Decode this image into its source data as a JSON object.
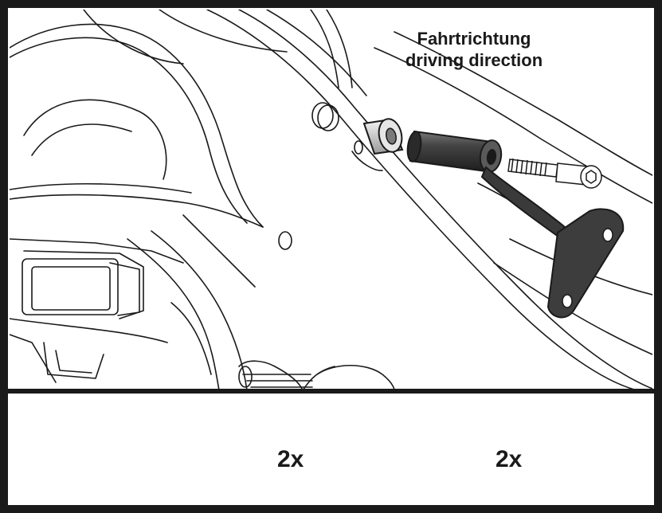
{
  "header": {
    "direction_de": "Fahrtrichtung",
    "direction_en": "driving direction"
  },
  "parts": [
    {
      "name": "bolt",
      "quantity": "2x"
    },
    {
      "name": "spacer",
      "quantity": "2x"
    }
  ],
  "colors": {
    "line": "#1a1a1a",
    "part_dark": "#3a3a3a",
    "part_mid": "#6e6e6e",
    "part_light": "#d0d0d0",
    "background": "#ffffff"
  },
  "icons": [
    "arrow-right-icon"
  ]
}
